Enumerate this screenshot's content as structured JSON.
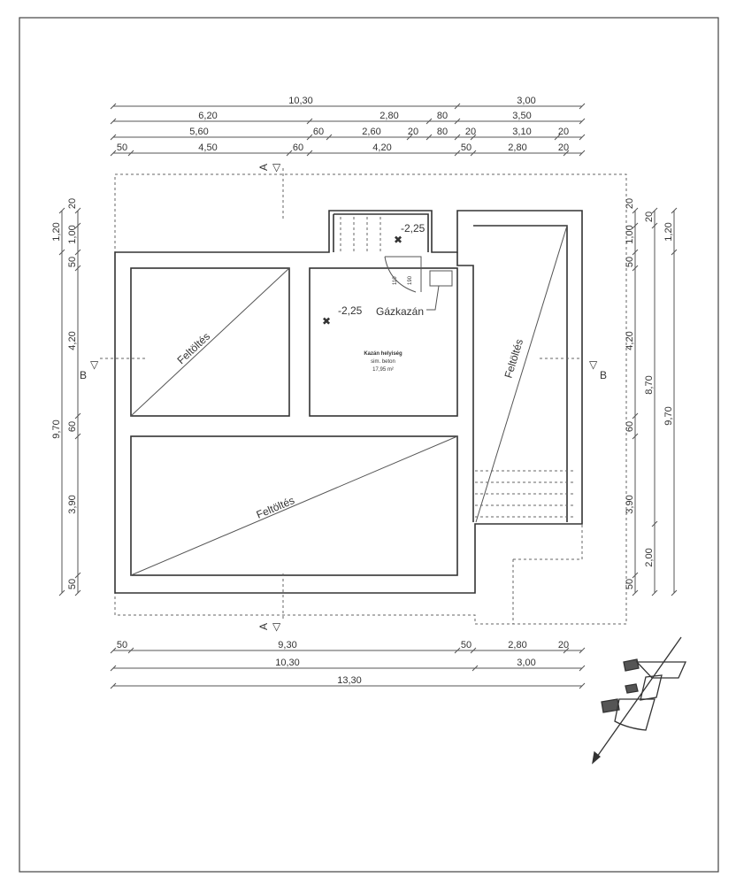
{
  "plan": {
    "room_name": "Kazán helyiség",
    "room_floor": "sim. beton",
    "room_area": "17,95 m²",
    "boiler_label": "Gázkazán",
    "fill_labels": [
      "Feltöltés",
      "Feltöltés",
      "Feltöltés"
    ],
    "levels": [
      "-2,25",
      "-2,25"
    ],
    "door_dims": [
      "110",
      "190"
    ],
    "section_a": "A",
    "section_b": "B"
  },
  "dimensions": {
    "top_row1": [
      "10,30",
      "3,00"
    ],
    "top_row2": [
      "6,20",
      "2,80",
      "80",
      "3,50"
    ],
    "top_row3": [
      "5,60",
      "60",
      "2,60",
      "20",
      "80",
      "20",
      "3,10",
      "20"
    ],
    "top_row4": [
      "50",
      "4,50",
      "60",
      "4,20",
      "50",
      "2,80",
      "20"
    ],
    "bottom_row1": [
      "50",
      "9,30",
      "50",
      "2,80",
      "20"
    ],
    "bottom_row2": [
      "10,30",
      "3,00"
    ],
    "bottom_row3": [
      "13,30"
    ],
    "left_outer": [
      "1,20",
      "9,70"
    ],
    "left_inner": [
      "20",
      "1,00",
      "50",
      "4,20",
      "60",
      "3,90",
      "50"
    ],
    "right_inner": [
      "20",
      "1,00",
      "50",
      "4,20",
      "60",
      "3,90",
      "50"
    ],
    "right_mid": [
      "20",
      "8,70",
      "2,00"
    ],
    "right_outer": [
      "1,20",
      "9,70"
    ]
  }
}
